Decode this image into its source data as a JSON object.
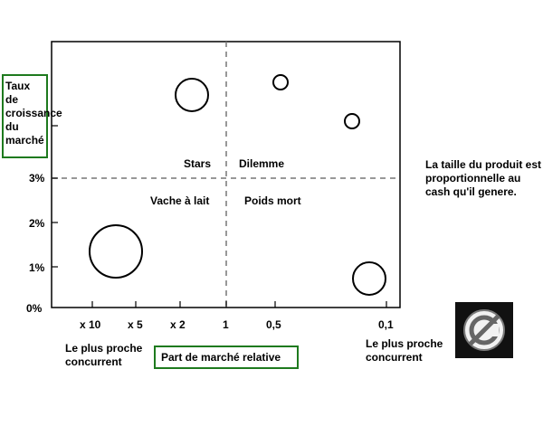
{
  "y_axis_label": "Taux de croissance du marché",
  "x_axis_label": "Part de marché relative",
  "y_ticks": [
    {
      "label": "3%",
      "value": 3
    },
    {
      "label": "2%",
      "value": 2
    },
    {
      "label": "1%",
      "value": 1
    },
    {
      "label": "0%",
      "value": 0
    }
  ],
  "x_ticks": [
    "x 10",
    "x 5",
    "x 2",
    "1",
    "0,5",
    "0,1"
  ],
  "quadrants": {
    "stars": "Stars",
    "dilemma": "Dilemme",
    "cash_cow": "Vache à lait",
    "dead_weight": "Poids mort"
  },
  "note": "La taille du produit est proportionnelle au cash qu'il genere.",
  "left_label": "Le plus proche concurrent",
  "right_label": "Le plus proche concurrent",
  "logo_icon": "no-copyright-icon",
  "colors": {
    "label_border": "#1e7a1e",
    "logo_bg": "#111111"
  }
}
